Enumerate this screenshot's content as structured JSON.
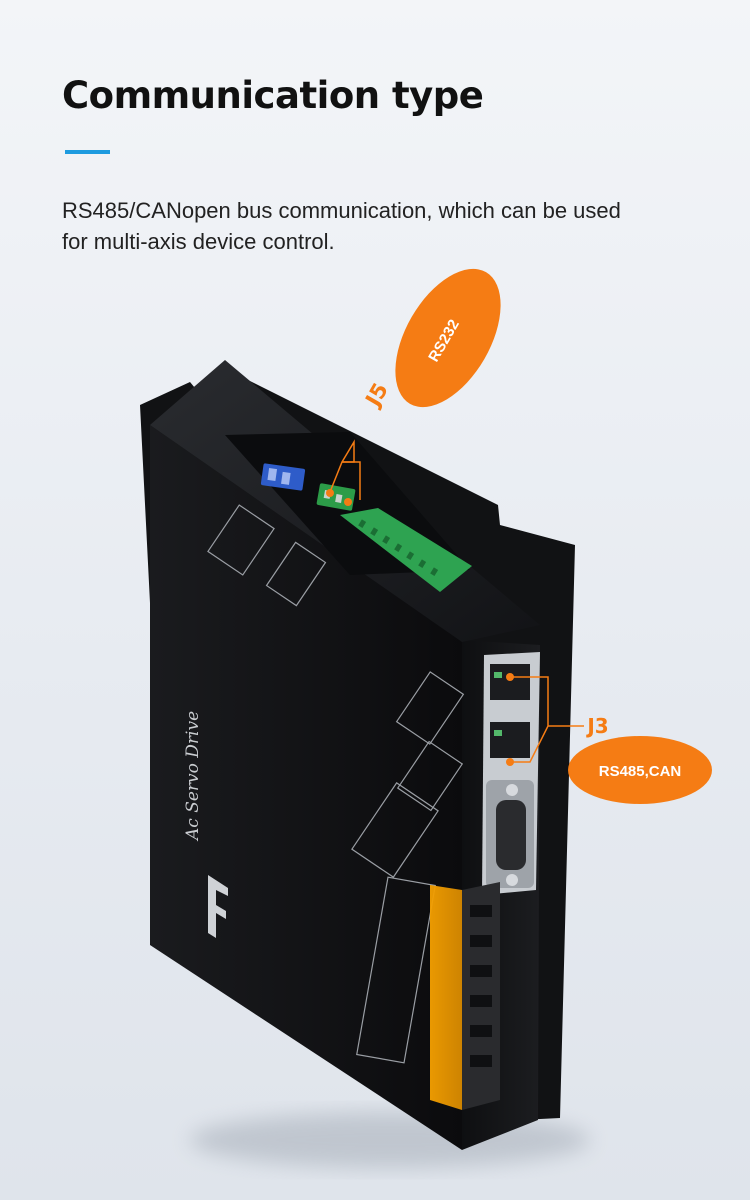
{
  "header": {
    "title": "Communication type",
    "description": "RS485/CANopen bus communication, which can be used for multi-axis device control.",
    "accent_color": "#1e9bdf"
  },
  "product": {
    "silkscreen_title": "Ac Servo Drive"
  },
  "callouts": {
    "rs232": {
      "port_label": "J5",
      "bubble_text": "RS232"
    },
    "rs485": {
      "port_label": "J3",
      "bubble_text": "RS485,CAN"
    },
    "accent_color": "#f57c14"
  }
}
